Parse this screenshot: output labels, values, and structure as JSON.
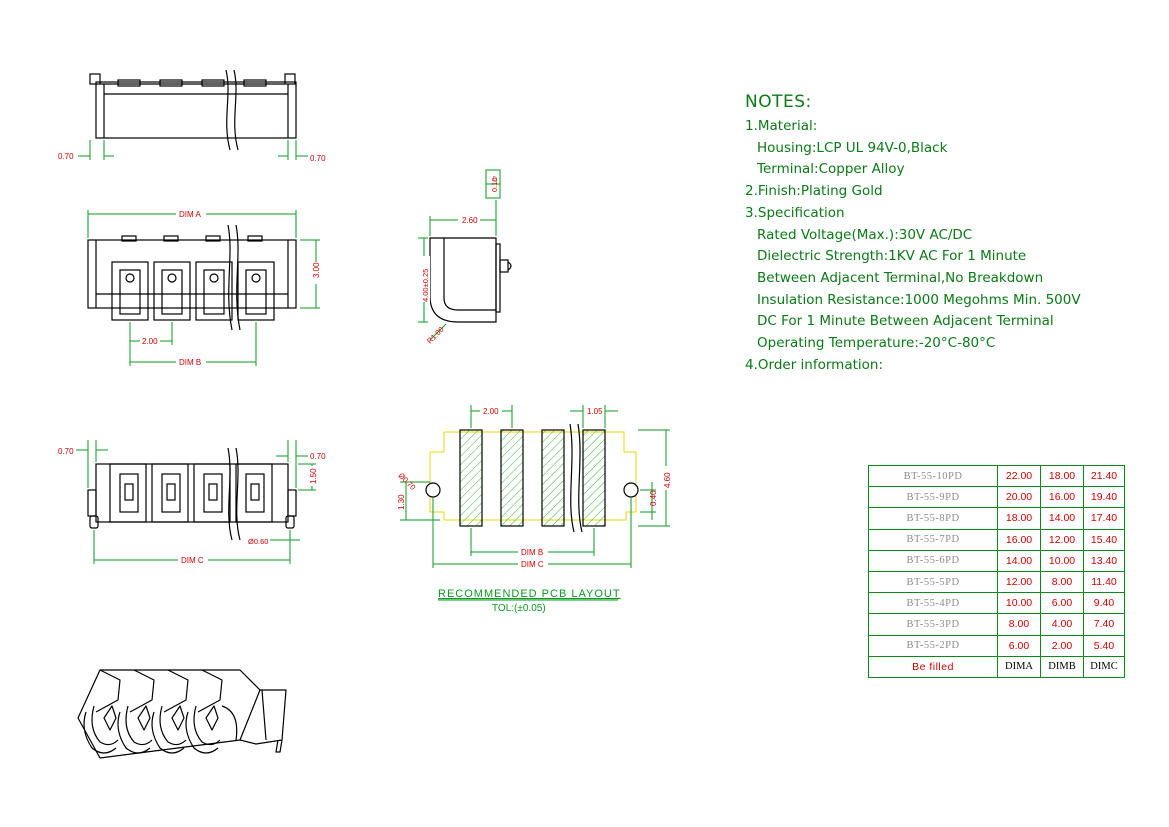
{
  "notes": {
    "heading": "NOTES:",
    "lines": [
      "1.Material:",
      "Housing:LCP UL 94V-0,Black",
      "Terminal:Copper Alloy",
      "2.Finish:Plating Gold",
      "3.Specification",
      "Rated Voltage(Max.):30V AC/DC",
      "Dielectric Strength:1KV AC For 1 Minute",
      "Between Adjacent Terminal,No Breakdown",
      "Insulation Resistance:1000 Megohms Min. 500V",
      "DC For 1 Minute Between Adjacent Terminal",
      "Operating Temperature:-20°C-80°C",
      "4.Order information:"
    ]
  },
  "table": {
    "rows": [
      {
        "part": "BT-55-10PD",
        "dima": "22.00",
        "dimb": "18.00",
        "dimc": "21.40"
      },
      {
        "part": "BT-55-9PD",
        "dima": "20.00",
        "dimb": "16.00",
        "dimc": "19.40"
      },
      {
        "part": "BT-55-8PD",
        "dima": "18.00",
        "dimb": "14.00",
        "dimc": "17.40"
      },
      {
        "part": "BT-55-7PD",
        "dima": "16.00",
        "dimb": "12.00",
        "dimc": "15.40"
      },
      {
        "part": "BT-55-6PD",
        "dima": "14.00",
        "dimb": "10.00",
        "dimc": "13.40"
      },
      {
        "part": "BT-55-5PD",
        "dima": "12.00",
        "dimb": "8.00",
        "dimc": "11.40"
      },
      {
        "part": "BT-55-4PD",
        "dima": "10.00",
        "dimb": "6.00",
        "dimc": "9.40"
      },
      {
        "part": "BT-55-3PD",
        "dima": "8.00",
        "dimb": "4.00",
        "dimc": "7.40"
      },
      {
        "part": "BT-55-2PD",
        "dima": "6.00",
        "dimb": "2.00",
        "dimc": "5.40"
      }
    ],
    "footer": {
      "part": "Be filled",
      "dima": "DIMA",
      "dimb": "DIMB",
      "dimc": "DIMC"
    }
  },
  "dimensions": {
    "top_left": "0.70",
    "top_right": "0.70",
    "dim_a": "DIM A",
    "dim_b": "DIM B",
    "dim_c": "DIM C",
    "pitch": "2.00",
    "height_300": "3.00",
    "side_width": "2.60",
    "side_height": "4.00±0.25",
    "side_radius": "R1.00",
    "flatness": "0.10",
    "bottom_left": "0.70",
    "bottom_right": "0.70",
    "bottom_150": "1.50",
    "bottom_peg": "Ø0.60",
    "pcb_pitch": "2.00",
    "pcb_pad": "1.05",
    "pcb_hole": "Ø0.70",
    "pcb_130": "1.30",
    "pcb_040": "0.40",
    "pcb_460": "4.60",
    "pcb_dim_b": "DIM B",
    "pcb_dim_c": "DIM C"
  },
  "pcb_caption": {
    "title": "RECOMMENDED PCB LAYOUT",
    "tolerance": "TOL:(±0.05)"
  },
  "colors": {
    "outline": "#000000",
    "dimension": "#0a9a20",
    "dim_text": "#d00000",
    "pcb_outline": "#e8d800",
    "hatch": "#3cb83c"
  }
}
